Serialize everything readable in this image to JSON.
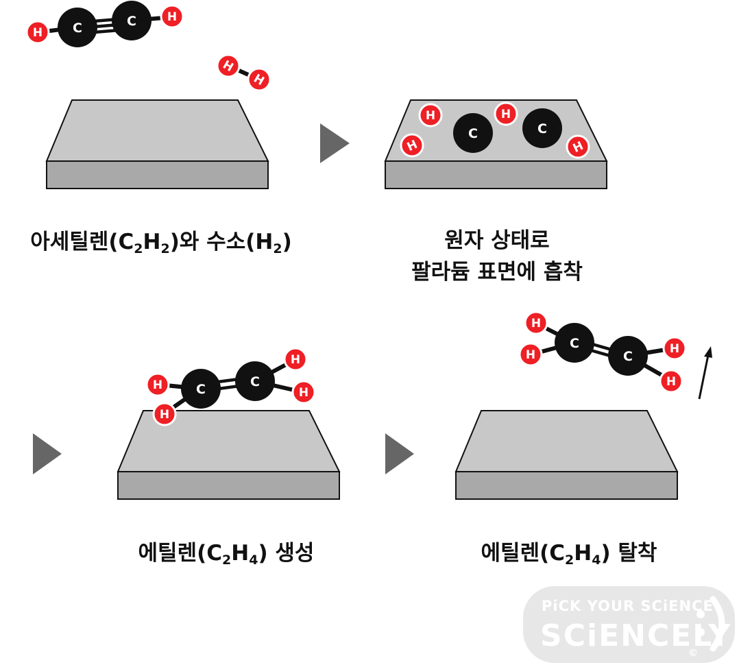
{
  "captions": {
    "step1": {
      "a": "아세틸렌(C",
      "s1": "2",
      "b": "H",
      "s2": "2",
      "c": ")와 수소(H",
      "s3": "2",
      "d": ")"
    },
    "step2": {
      "line1": "원자 상태로",
      "line2": "팔라듐 표면에 흡착"
    },
    "step3": {
      "a": "에틸렌(C",
      "s1": "2",
      "b": "H",
      "s2": "4",
      "c": ") 생성"
    },
    "step4": {
      "a": "에틸렌(C",
      "s1": "2",
      "b": "H",
      "s2": "4",
      "c": ") 탈착"
    }
  },
  "atoms": {
    "carbon": "C",
    "hydrogen": "H"
  },
  "watermark": {
    "top": "PiCK YOUR SCiENCE",
    "brand": "SCiENCELY",
    "copyright": "©"
  },
  "colors": {
    "surface_top": "#c8c8c8",
    "surface_side": "#a9a9a9",
    "arrow": "#666666",
    "carbon": "#111111",
    "hydrogen": "#ee1f25"
  }
}
